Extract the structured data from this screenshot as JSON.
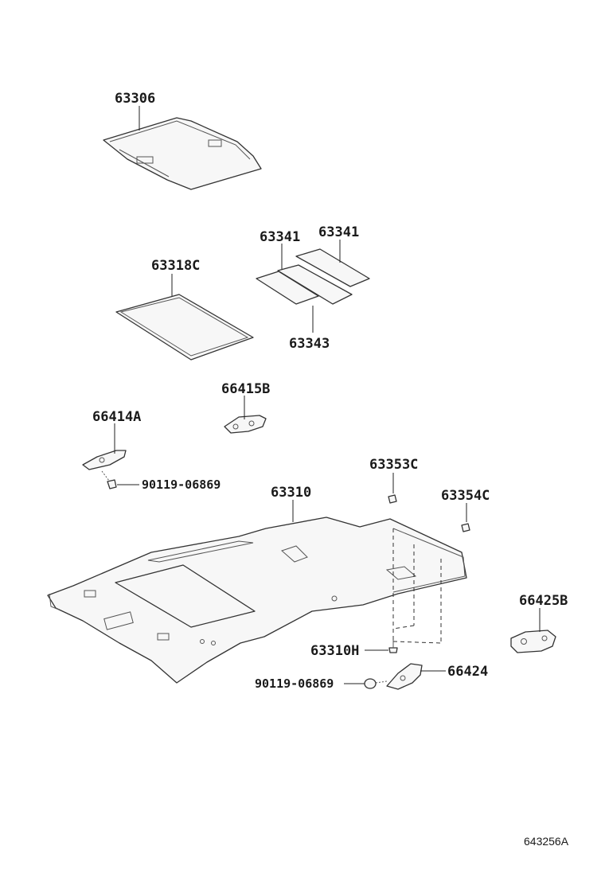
{
  "diagram": {
    "footer_code": "643256A",
    "parts": [
      {
        "id": "63306",
        "label": "63306"
      },
      {
        "id": "63341a",
        "label": "63341"
      },
      {
        "id": "63341b",
        "label": "63341"
      },
      {
        "id": "63318C",
        "label": "63318C"
      },
      {
        "id": "63343",
        "label": "63343"
      },
      {
        "id": "66415B",
        "label": "66415B"
      },
      {
        "id": "66414A",
        "label": "66414A"
      },
      {
        "id": "90119a",
        "label": "90119-06869"
      },
      {
        "id": "63353C",
        "label": "63353C"
      },
      {
        "id": "63310",
        "label": "63310"
      },
      {
        "id": "63354C",
        "label": "63354C"
      },
      {
        "id": "66425B",
        "label": "66425B"
      },
      {
        "id": "63310H",
        "label": "63310H"
      },
      {
        "id": "66424",
        "label": "66424"
      },
      {
        "id": "90119b",
        "label": "90119-06869"
      }
    ]
  }
}
